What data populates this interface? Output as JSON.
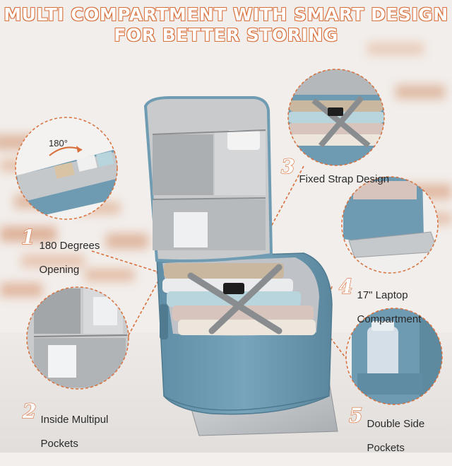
{
  "headline": {
    "line1": "MULTI COMPARTMENT WITH SMART DESIGN",
    "line2": "FOR BETTER STORING"
  },
  "rotation_label": "180°",
  "features": [
    {
      "number": "1",
      "line1": "180 Degrees",
      "line2": "Opening"
    },
    {
      "number": "2",
      "line1": "Inside Multipul",
      "line2": "Pockets"
    },
    {
      "number": "3",
      "line1": "Fixed Strap Design",
      "line2": ""
    },
    {
      "number": "4",
      "line1": "17\" Laptop",
      "line2": "Compartment"
    },
    {
      "number": "5",
      "line1": "Double Side",
      "line2": "Pockets"
    }
  ],
  "colors": {
    "accent": "#d8703c",
    "bag_blue": "#6e9bb2",
    "lining_grey": "#c9cacc",
    "text": "#2a2a2a"
  }
}
